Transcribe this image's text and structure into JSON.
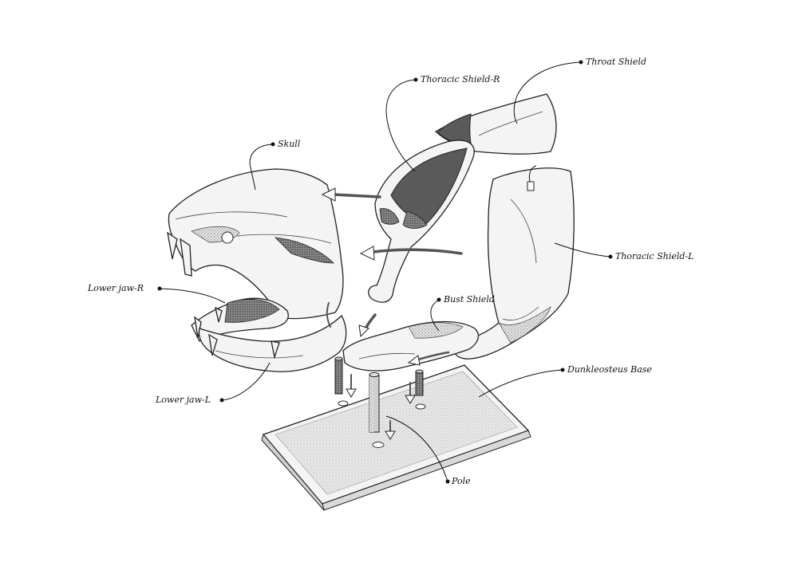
{
  "labels": {
    "throat_shield": "Throat Shield",
    "thoracic_shield_r": "Thoracic Shield-R",
    "skull": "Skull",
    "thoracic_shield_l": "Thoracic Shield-L",
    "lower_jaw_r": "Lower jaw-R",
    "bust_shield": "Bust Shield",
    "dunkleosteus_base": "Dunkleosteus Base",
    "lower_jaw_l": "Lower jaw-L",
    "pole": "Pole"
  }
}
